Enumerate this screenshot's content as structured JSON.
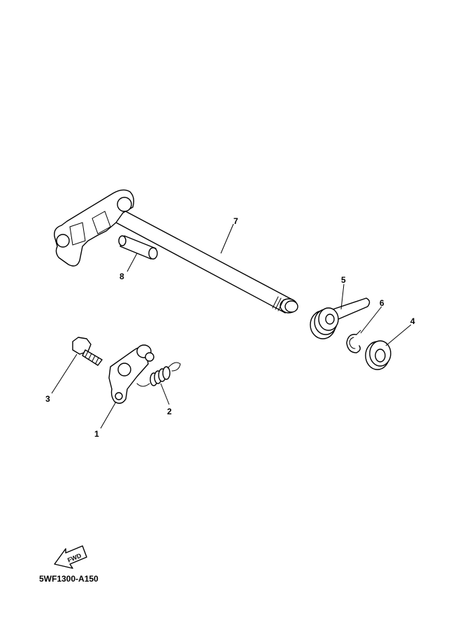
{
  "diagram": {
    "callouts": [
      "1",
      "2",
      "3",
      "4",
      "5",
      "6",
      "7",
      "8"
    ],
    "fwd_label": "FWD",
    "code": "5WF1300-A150"
  }
}
